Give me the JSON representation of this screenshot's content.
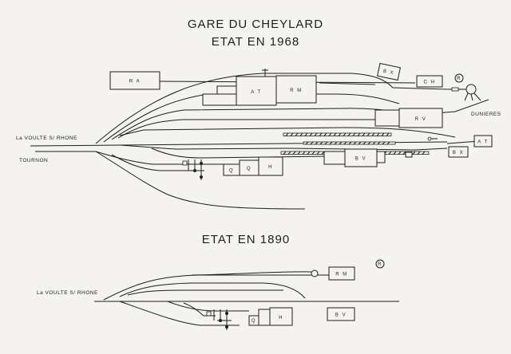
{
  "titles": {
    "main": "GARE DU CHEYLARD",
    "plan_1968": "ETAT EN 1968",
    "plan_1890": "ETAT EN 1890"
  },
  "plan_1968": {
    "destinations": {
      "la_voulte": "La VOULTE S/ RHONE",
      "tournon": "TOURNON",
      "dunieres": "DUNIERES"
    },
    "buildings": {
      "ra": "R A",
      "bx_top": "B X",
      "ch": "C H",
      "r_circle": "R",
      "at_main": "A T",
      "rm": "R M",
      "rv": "R V",
      "at_right": "A T",
      "bx_right": "B X",
      "q1": "Q",
      "q2": "Q",
      "h": "H",
      "bv": "B V"
    }
  },
  "plan_1890": {
    "destinations": {
      "la_voulte": "La VOULTE S/ RHONE"
    },
    "buildings": {
      "r_circle": "R",
      "rm": "R M",
      "q": "Q",
      "h": "H",
      "bv": "B V"
    }
  },
  "colors": {
    "ink": "#1e1e1e",
    "paper": "#f4f3ef"
  }
}
